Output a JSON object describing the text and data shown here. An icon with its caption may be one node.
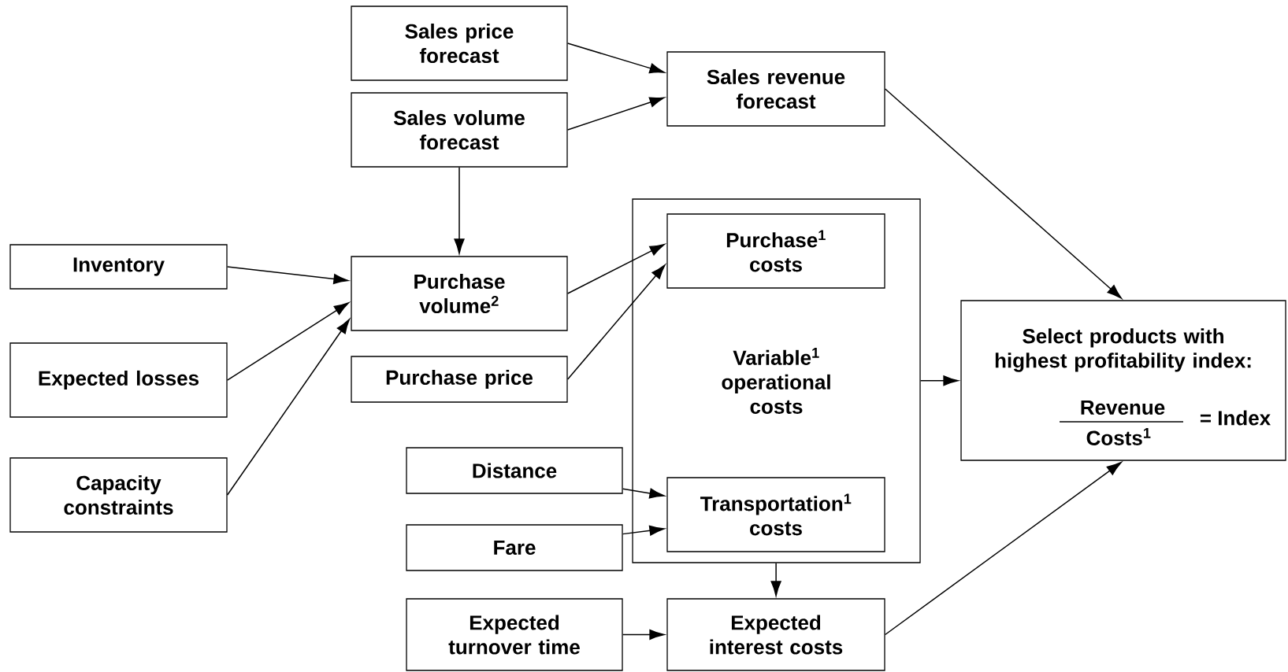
{
  "diagram": {
    "nodes": [
      {
        "text": [
          "Sales price forecast"
        ]
      },
      {
        "text": [
          "Sales volume forecast"
        ]
      },
      {
        "text": [
          "Sales revenue forecast"
        ]
      },
      {
        "text": [
          "Inventory"
        ]
      },
      {
        "text": [
          "Expected losses"
        ]
      },
      {
        "text": [
          "Capacity constraints"
        ]
      },
      {
        "text": [
          "Purchase volume$^{2}$"
        ]
      },
      {
        "text": [
          "Purchase price"
        ]
      },
      {
        "text": [
          "Variable$^{1}$ operational costs"
        ]
      },
      {
        "text": [
          "Purchase$^{1}$ costs"
        ],
        "in": 8
      },
      {
        "text": [
          "Distance"
        ]
      },
      {
        "text": [
          "Fare"
        ]
      },
      {
        "text": [
          "Transportation$^{1}$ costs"
        ],
        "in": 8
      },
      {
        "text": [
          "Expected turnover time"
        ]
      },
      {
        "text": [
          "Expected interest costs"
        ]
      },
      {
        "text": [
          "Select products with highest profitability index:",
          "Revenue",
          "Costs$^{1}$",
          "= Index"
        ]
      }
    ],
    "edges": [
      {
        "from": 0,
        "to": 2,
        "arrow": "to"
      },
      {
        "from": 1,
        "to": 2,
        "arrow": "to"
      },
      {
        "from": 1,
        "to": 6,
        "arrow": "to"
      },
      {
        "from": 3,
        "to": 6,
        "arrow": "to"
      },
      {
        "from": 4,
        "to": 6,
        "arrow": "to"
      },
      {
        "from": 5,
        "to": 6,
        "arrow": "to"
      },
      {
        "from": 6,
        "to": 9,
        "arrow": "to"
      },
      {
        "from": 7,
        "to": 9,
        "arrow": "to"
      },
      {
        "from": 10,
        "to": 12,
        "arrow": "to"
      },
      {
        "from": 11,
        "to": 12,
        "arrow": "to"
      },
      {
        "from": 2,
        "to": 15,
        "arrow": "to"
      },
      {
        "from": 8,
        "to": 15,
        "arrow": "to"
      },
      {
        "from": 8,
        "to": 14,
        "arrow": "to"
      },
      {
        "from": 13,
        "to": 14,
        "arrow": "to"
      },
      {
        "from": 14,
        "to": 15,
        "arrow": "to"
      }
    ]
  }
}
